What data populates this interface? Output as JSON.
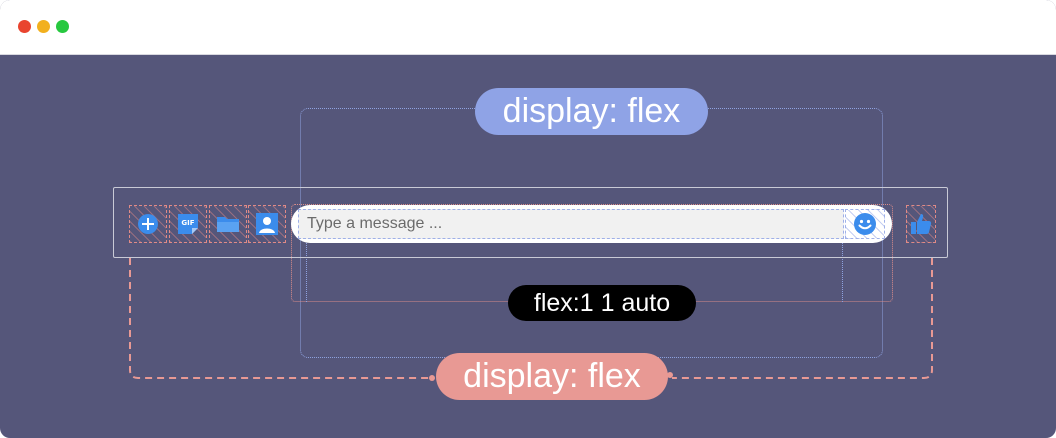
{
  "window": {
    "controls": [
      "red",
      "yellow",
      "green"
    ]
  },
  "composer": {
    "icons": [
      "add-circle-icon",
      "gif-icon",
      "folder-icon",
      "image-icon"
    ],
    "input_placeholder": "Type a message ...",
    "emoji_icon": "smiley-icon",
    "like_icon": "thumbs-up-icon",
    "accent_color": "#3b8cec"
  },
  "annotations": {
    "top_label": "display: flex",
    "middle_label": "flex:1 1 auto",
    "bottom_label": "display: flex"
  },
  "colors": {
    "background": "#55567a",
    "top_label": "#8fa3e6",
    "middle_label": "#000000",
    "bottom_label": "#e89994"
  }
}
